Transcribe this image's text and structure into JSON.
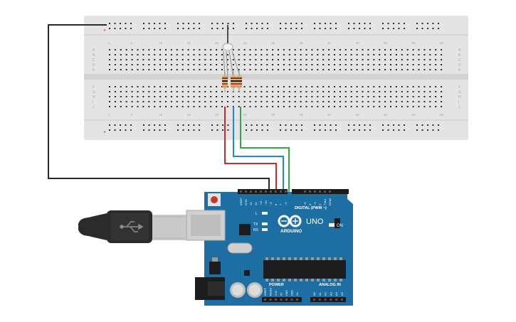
{
  "colors": {
    "breadboard": "#e4e4e4",
    "breadboard_label": "#a6a6a6",
    "hole": "#2b2b2b",
    "wire_red": "#d0282a",
    "wire_blue": "#1e8ad6",
    "wire_green": "#35a845",
    "wire_ground": "#2a2a2a",
    "arduino_board": "#1d6fa3",
    "usb_black": "#2b2b2b",
    "usb_metal": "#c9c9c9"
  },
  "breadboard": {
    "row_letters_top": [
      "A",
      "B",
      "C",
      "D",
      "E"
    ],
    "row_letters_bottom": [
      "F",
      "G",
      "H",
      "I",
      "J"
    ],
    "column_numbers": [
      "1",
      "5",
      "10",
      "15",
      "20",
      "25",
      "30",
      "35",
      "40",
      "45",
      "50",
      "55",
      "60"
    ],
    "rail_sign": "+"
  },
  "arduino": {
    "logo_text": "ARDUINO",
    "model": "UNO",
    "digital_header": "DIGITAL (PWM ~)",
    "power_label": "POWER",
    "analog_label": "ANALOG IN",
    "on_label": "ON",
    "l_label": "L",
    "tx_label": "TX",
    "rx_label": "RX",
    "top_pins": [
      "AREF",
      "GND",
      "13",
      "12",
      "~11",
      "~10",
      "~9",
      "8",
      "7",
      "~6",
      "~5",
      "4",
      "~3",
      "2",
      "TX▸1",
      "RX◂0"
    ],
    "power_pins": [
      "IOREF",
      "RESET",
      "3.3V",
      "5V",
      "GND",
      "GND",
      "Vin"
    ],
    "analog_pins": [
      "A0",
      "A1",
      "A2",
      "A3",
      "A4",
      "A5"
    ]
  },
  "components": {
    "led": "rgb-led",
    "resistor_count": 3,
    "usb_cable": "usb-b-cable"
  }
}
